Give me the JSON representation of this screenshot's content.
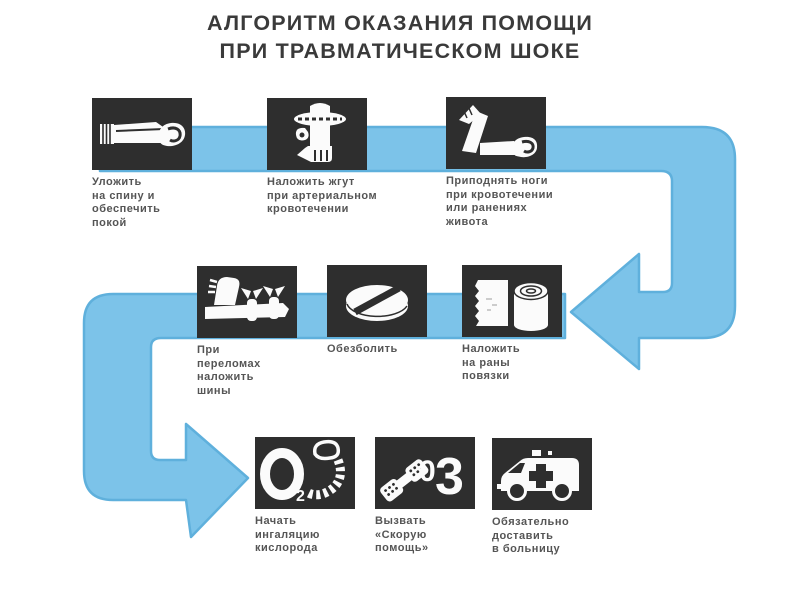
{
  "title": {
    "lines": [
      "АЛГОРИТМ ОКАЗАНИЯ ПОМОЩИ",
      "ПРИ ТРАВМАТИЧЕСКОМ ШОКЕ"
    ]
  },
  "colors": {
    "background": "#ffffff",
    "arrow_fill": "#7cc3e9",
    "arrow_edge": "#5fb0dc",
    "icon_background": "#2e2e2e",
    "icon_glyph": "#fbfbfb",
    "caption_text": "#555555",
    "title_text": "#3a3a3a"
  },
  "steps": [
    {
      "icon": "bed-rest-icon",
      "caption_lines": [
        "Уложить",
        "на спину и",
        "обеспечить",
        "покой"
      ]
    },
    {
      "icon": "tourniquet-icon",
      "caption_lines": [
        "Наложить жгут",
        "при артериальном",
        "кровотечении"
      ]
    },
    {
      "icon": "raised-legs-icon",
      "caption_lines": [
        "Приподнять ноги",
        "при кровотечении",
        "или ранениях",
        "живота"
      ]
    },
    {
      "icon": "splint-icon",
      "caption_lines": [
        "При",
        "переломах",
        "наложить",
        "шины"
      ]
    },
    {
      "icon": "pill-icon",
      "caption_lines": [
        "Обезболить"
      ]
    },
    {
      "icon": "bandage-roll-icon",
      "caption_lines": [
        "Наложить",
        "на раны",
        "повязки"
      ]
    },
    {
      "icon": "oxygen-inhalation-icon",
      "caption_lines": [
        "Начать",
        "ингаляцию",
        "кислорода"
      ]
    },
    {
      "icon": "phone-03-icon",
      "caption_lines": [
        "Вызвать",
        "«Скорую",
        "помощь»"
      ]
    },
    {
      "icon": "ambulance-icon",
      "caption_lines": [
        "Обязательно",
        "доставить",
        "в больницу"
      ]
    }
  ]
}
